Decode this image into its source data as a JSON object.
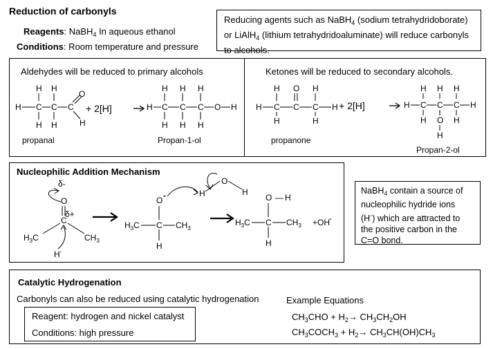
{
  "title": "Reduction of carbonyls",
  "reagents": {
    "label": "Reagents",
    "value_pre": ": NaBH",
    "sub": "4",
    "value_post": " In aqueous ethanol"
  },
  "conditions": {
    "label": "Conditions",
    "value": ": Room temperature and pressure"
  },
  "reducing_note": {
    "p1": "Reducing agents such as NaBH",
    "s1": "4",
    "p2": " (sodium tetrahydridoborate)",
    "p3": "or LiAlH",
    "s2": "4",
    "p4": "  (lithium tetrahydridoaluminate) will reduce carbonyls",
    "p5": "to alcohols."
  },
  "aldehydes": {
    "heading": "Aldehydes will be reduced to primary alcohols",
    "reactant_name": "propanal",
    "product_name": "Propan-1-ol",
    "reagent": "+  2[H]"
  },
  "ketones": {
    "heading": "Ketones will be reduced to secondary alcohols.",
    "reactant_name": "propanone",
    "product_name": "Propan-2-ol",
    "reagent": "+  2[H]"
  },
  "mechanism": {
    "heading": "Nucleophilic Addition Mechanism",
    "delta_minus": "δ-",
    "delta_plus": "δ+",
    "hydride": "H",
    "hydride_charge": "-",
    "oh_minus": "+OH",
    "oh_charge": "-"
  },
  "nabh4_note": {
    "p1": "NaBH",
    "s1": "4",
    "p2": " contain a source of",
    "p3": "nucleophilic hydride ions",
    "p4": "(H",
    "sup": "-",
    "p5": ") which are attracted to",
    "p6": "the positive carbon in the",
    "p7": "C=O bond."
  },
  "catalytic": {
    "heading": "Catalytic Hydrogenation",
    "line": "Carbonyls can also be reduced using catalytic hydrogenation",
    "reagent": "Reagent: hydrogen and nickel catalyst",
    "conditions": "Conditions: high pressure",
    "eq_heading": "Example Equations",
    "eq1": [
      "CH",
      "3",
      "CHO + H",
      "2",
      "→ CH",
      "3",
      "CH",
      "2",
      "OH"
    ],
    "eq2": [
      "CH",
      "3",
      "COCH",
      "3",
      " + H",
      "2",
      "→ CH",
      "3",
      "CH(OH)CH",
      "3"
    ]
  }
}
